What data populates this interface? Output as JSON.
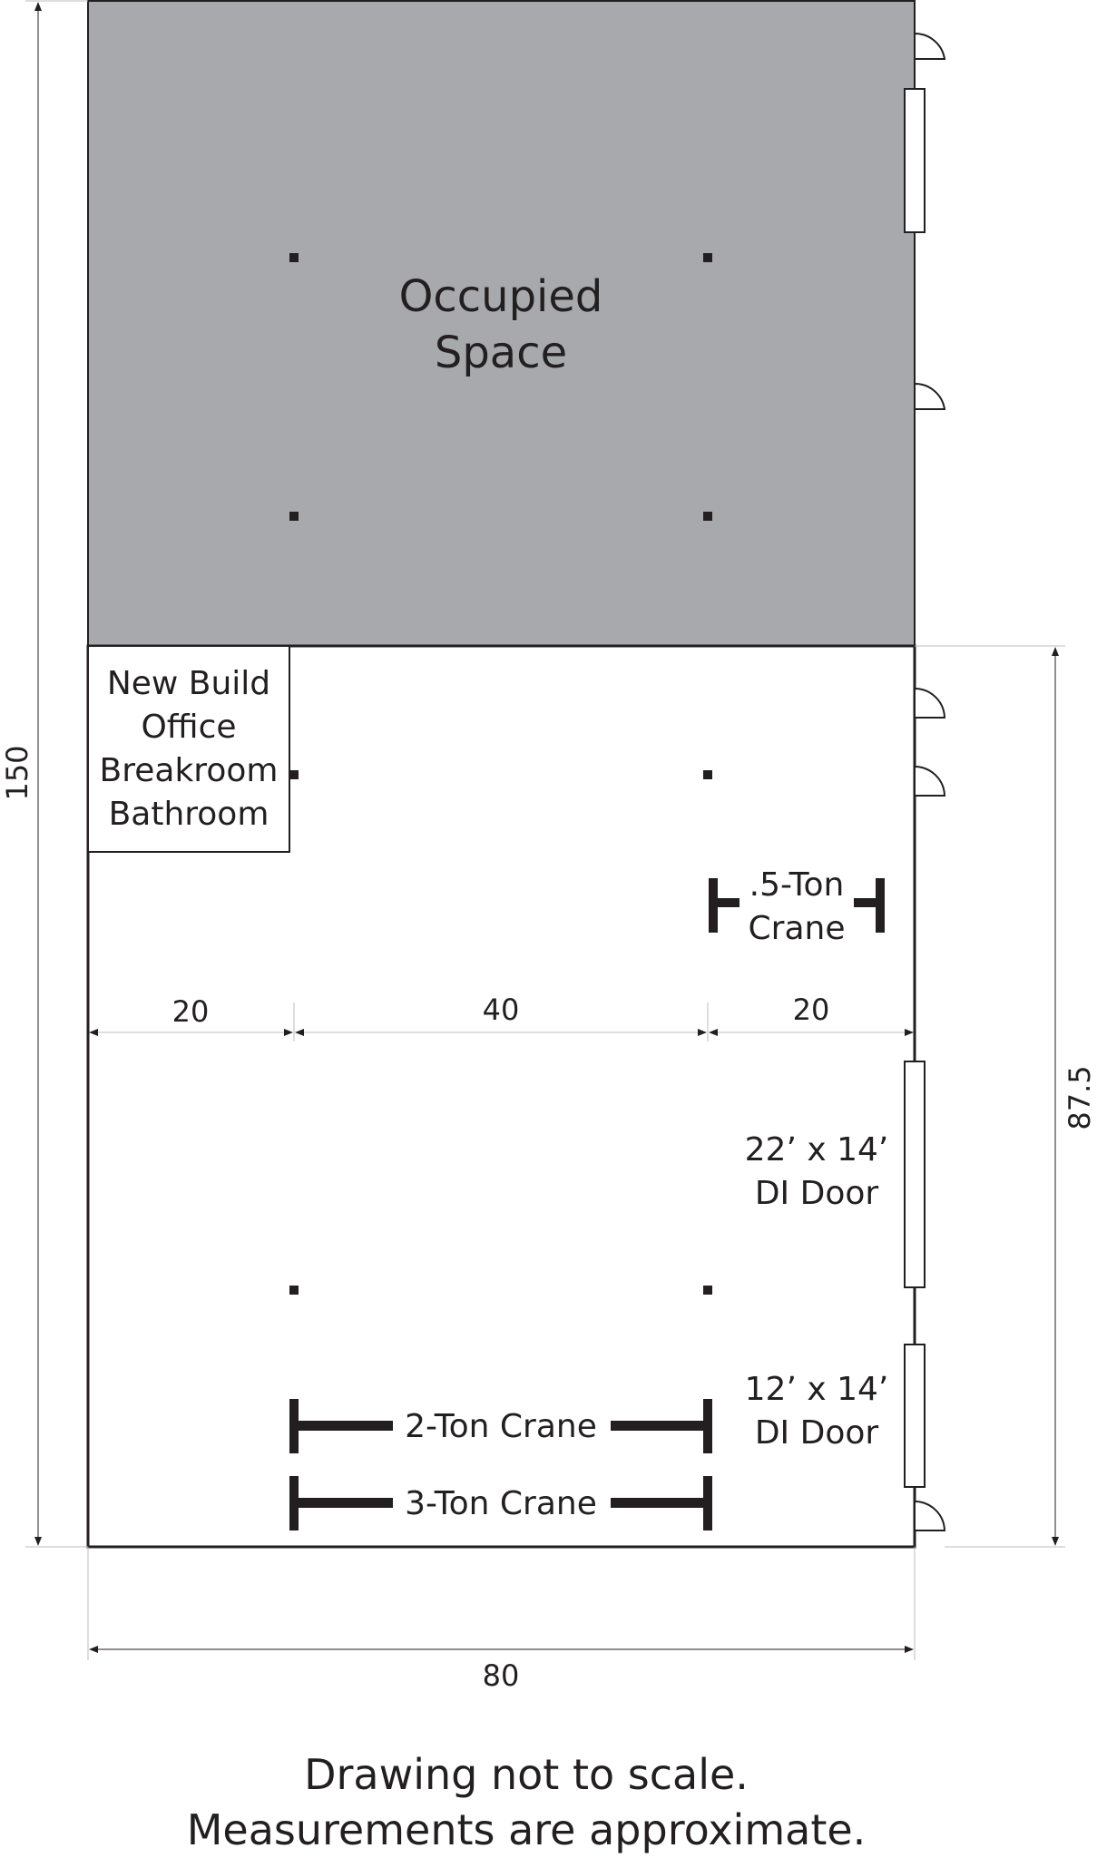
{
  "dimensions": {
    "overall_length": "150",
    "overall_width": "80",
    "right_section_length": "87.5",
    "bay_left": "20",
    "bay_center": "40",
    "bay_right": "20"
  },
  "rooms": {
    "occupied": {
      "line1": "Occupied",
      "line2": "Space"
    },
    "office": {
      "line1": "New Build",
      "line2": "Office",
      "line3": "Breakroom",
      "line4": "Bathroom"
    }
  },
  "cranes": {
    "half_ton": {
      "line1": ".5-Ton",
      "line2": "Crane"
    },
    "two_ton": "2-Ton Crane",
    "three_ton": "3-Ton Crane"
  },
  "doors": {
    "large": {
      "line1": "22’ x 14’",
      "line2": "DI Door"
    },
    "small": {
      "line1": "12’ x 14’",
      "line2": "DI Door"
    }
  },
  "notes": {
    "line1": "Drawing not to scale.",
    "line2": "Measurements are approximate."
  },
  "colors": {
    "occupied_fill": "#a7a9ac",
    "ink": "#231f20"
  }
}
